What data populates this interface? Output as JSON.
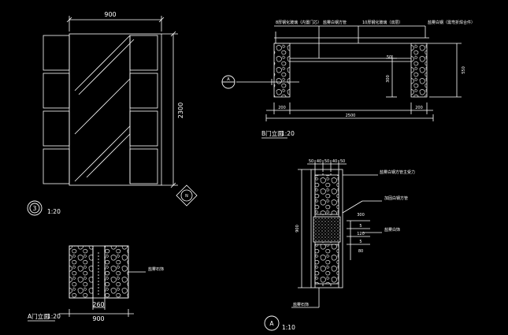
{
  "plan_view": {
    "dim_top": "900",
    "dim_right": "2300",
    "detail_number": "3",
    "scale": "1:20"
  },
  "door_elev_a": {
    "title": "A门立面",
    "scale": "1:20",
    "dim_inner": "260",
    "dim_total": "900",
    "note": "盐雾石饰"
  },
  "door_elev_b": {
    "title": "B门立面",
    "scale": "1:20",
    "dim_left": "200",
    "dim_mid": "2500",
    "dim_right": "200",
    "dim_height": "550",
    "dim_small_1": "300",
    "dim_small_2": "50",
    "note_1": "8厚钢化玻璃（内置门芯）",
    "note_2": "盐雾白钢方管",
    "note_3": "10厚钢化玻璃（双层）",
    "note_4": "盐雾白钢（需弯折焊合件）",
    "section_marker": "A"
  },
  "section_a": {
    "marker": "A",
    "scale": "1:10",
    "dim_top": [
      "50",
      "40",
      "50",
      "40",
      "50"
    ],
    "dim_left": "900",
    "dim_right": [
      "300",
      "5",
      "120",
      "5",
      "80"
    ],
    "note_1": "盐雾白钢方管主受力",
    "note_2": "加固白钢方管",
    "note_3": "盐雾白饰",
    "note_4": "盐雾石饰"
  },
  "compass": {
    "label": "N"
  }
}
